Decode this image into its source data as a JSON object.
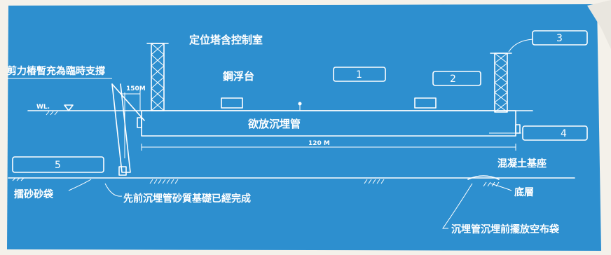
{
  "colors": {
    "paper": "#f4f1ea",
    "blueprint": "#2d8fcf",
    "ink": "#ffffff"
  },
  "labels": {
    "tower_room": "定位塔含控制室",
    "shear_pile": "剪力樁暫充為臨時支撐",
    "steel_float": "鋼浮台",
    "pipe": "欲放沉埋管",
    "concrete_base": "混凝土基座",
    "sandbag": "擂砂砂袋",
    "prev_pipe": "先前沉埋管砂質基礎已經完成",
    "bottom_layer": "底層",
    "bag_note": "沉埋管沉埋前擺放空布袋",
    "water_level": "WL.",
    "dim_150": "150M",
    "dim_120": "120 M"
  },
  "callouts": [
    "1",
    "2",
    "3",
    "4",
    "5"
  ]
}
